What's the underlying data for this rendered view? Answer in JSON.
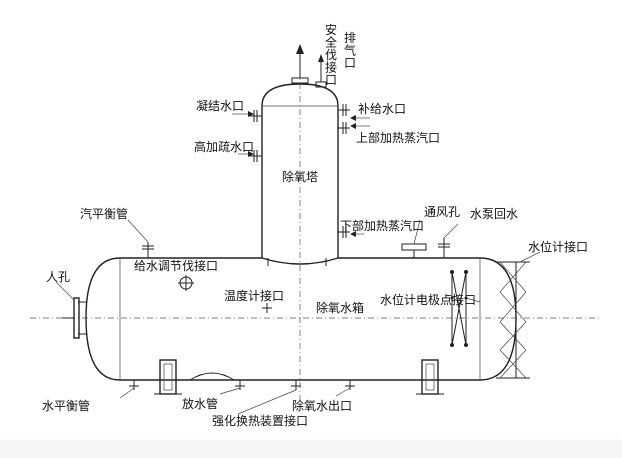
{
  "labels": {
    "exhaust": "排气口",
    "safety_valve": "安全伐接口",
    "condensate": "凝结水口",
    "makeup_water": "补给水口",
    "high_drain": "高加疏水口",
    "upper_steam": "上部加热蒸汽口",
    "tower": "除氧塔",
    "steam_balance": "汽平衡管",
    "lower_steam": "下部加热蒸汽口",
    "vent": "通风孔",
    "pump_return": "水泵回水",
    "level_gauge": "水位计接口",
    "manhole": "人孔",
    "feedwater_valve": "给水调节伐接口",
    "thermometer": "温度计接口",
    "tank": "除氧水箱",
    "level_electrode": "水位计电极点接口",
    "water_balance": "水平衡管",
    "drain": "放水管",
    "outlet": "除氧水出口",
    "heat_exchange": "强化换热装置接口"
  },
  "colors": {
    "line": "#222222",
    "text": "#111111",
    "background": "#ffffff"
  }
}
